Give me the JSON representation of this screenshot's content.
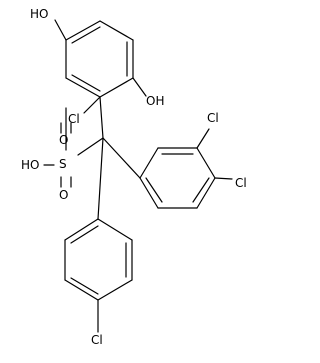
{
  "molecule": {
    "atom_labels": {
      "oh_top": "HO",
      "oh_right": "OH",
      "cl_ring": "Cl",
      "oh_sulfonic": "HO",
      "s": "S",
      "o_top": "O",
      "o_bottom": "O",
      "cl_meta": "Cl",
      "cl_para": "Cl",
      "cl_bottom": "Cl"
    },
    "colors": {
      "bond": "#000000",
      "label": "#000000",
      "background": "#ffffff"
    }
  }
}
